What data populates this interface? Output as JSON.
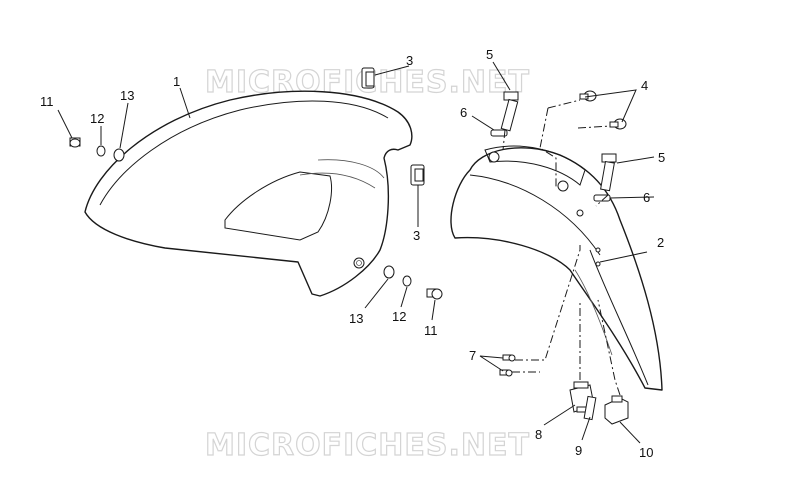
{
  "watermark": {
    "text": "MICROFICHES.NET"
  },
  "callouts": {
    "c1": "1",
    "c2": "2",
    "c3a": "3",
    "c3b": "3",
    "c4": "4",
    "c5a": "5",
    "c5b": "5",
    "c6a": "6",
    "c6b": "6",
    "c7": "7",
    "c8": "8",
    "c9": "9",
    "c10": "10",
    "c11a": "11",
    "c11b": "11",
    "c12a": "12",
    "c12b": "12",
    "c13a": "13",
    "c13b": "13"
  }
}
